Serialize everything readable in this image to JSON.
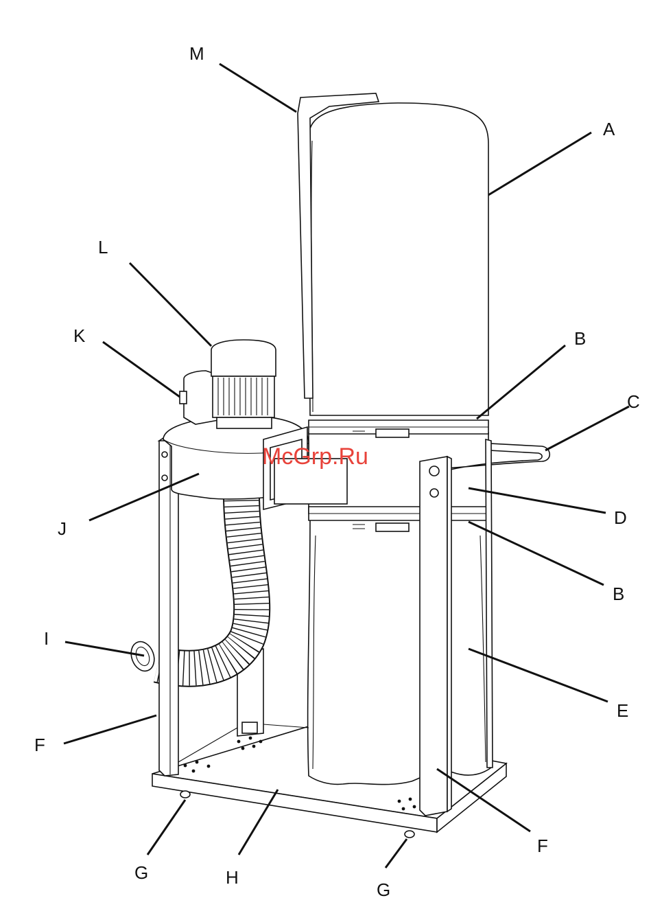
{
  "watermark": "McGrp.Ru",
  "labels": {
    "A": "A",
    "B_upper": "B",
    "B_lower": "B",
    "C": "C",
    "D": "D",
    "E": "E",
    "F_left": "F",
    "F_right": "F",
    "G_left": "G",
    "G_right": "G",
    "H": "H",
    "I": "I",
    "J": "J",
    "K": "K",
    "L": "L",
    "M": "M"
  }
}
